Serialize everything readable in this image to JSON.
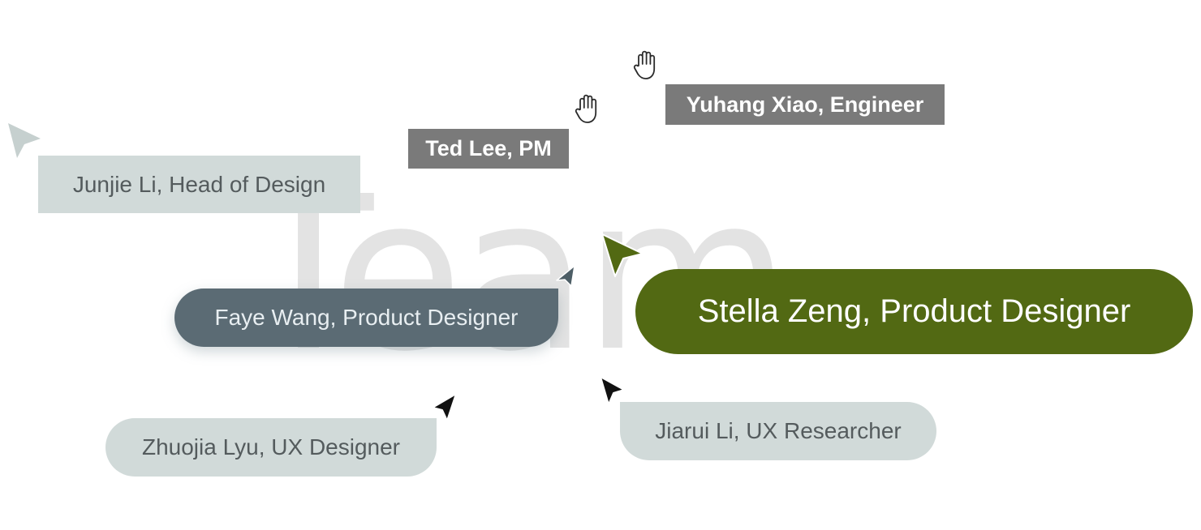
{
  "background_word": "Team",
  "tags": {
    "junjie": "Junjie Li, Head of Design",
    "ted": "Ted Lee, PM",
    "yuhang": "Yuhang Xiao, Engineer",
    "faye": "Faye Wang, Product Designer",
    "stella": "Stella Zeng, Product Designer",
    "zhuojia": "Zhuojia Lyu, UX Designer",
    "jiarui": "Jiarui Li, UX Researcher"
  },
  "icons": {
    "hand_cursor": "hand-grab-icon",
    "arrow_cursor": "arrow-cursor-icon"
  },
  "colors": {
    "stella_tag": "#526913",
    "faye_tag": "#5b6b74",
    "engineer_pm_tag": "#7a7a7a",
    "light_tag": "#d1dad9",
    "background_word": "#e3e3e3"
  }
}
